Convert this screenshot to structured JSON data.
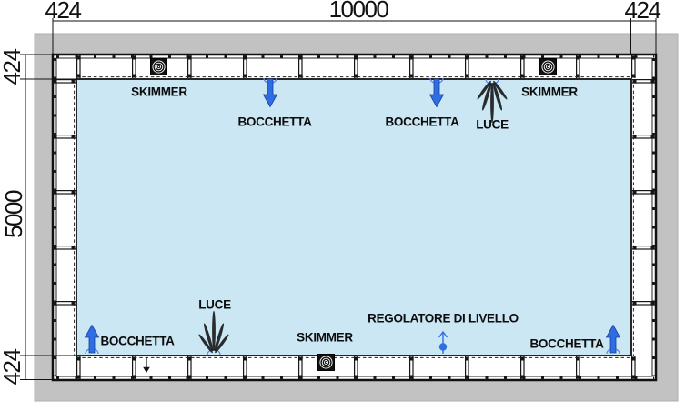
{
  "dimensions": {
    "top_left": "424",
    "top_center": "10000",
    "top_right": "424",
    "side_top": "424",
    "side_middle": "5000",
    "side_bottom": "424"
  },
  "features": {
    "skimmer_top_left": "SKIMMER",
    "skimmer_top_right": "SKIMMER",
    "skimmer_bottom": "SKIMMER",
    "bocchetta_top_left": "BOCCHETTA",
    "bocchetta_top_right": "BOCCHETTA",
    "bocchetta_bottom_left": "BOCCHETTA",
    "bocchetta_bottom_right": "BOCCHETTA",
    "luce_top": "LUCE",
    "luce_bottom": "LUCE",
    "level_regulator": "REGOLATORE DI LIVELLO"
  },
  "colors": {
    "water": "#cbe7f4",
    "deck": "#c2c2c2",
    "flow_arrow": "#2f6de3",
    "fitting_arc": "#5f86e8"
  }
}
